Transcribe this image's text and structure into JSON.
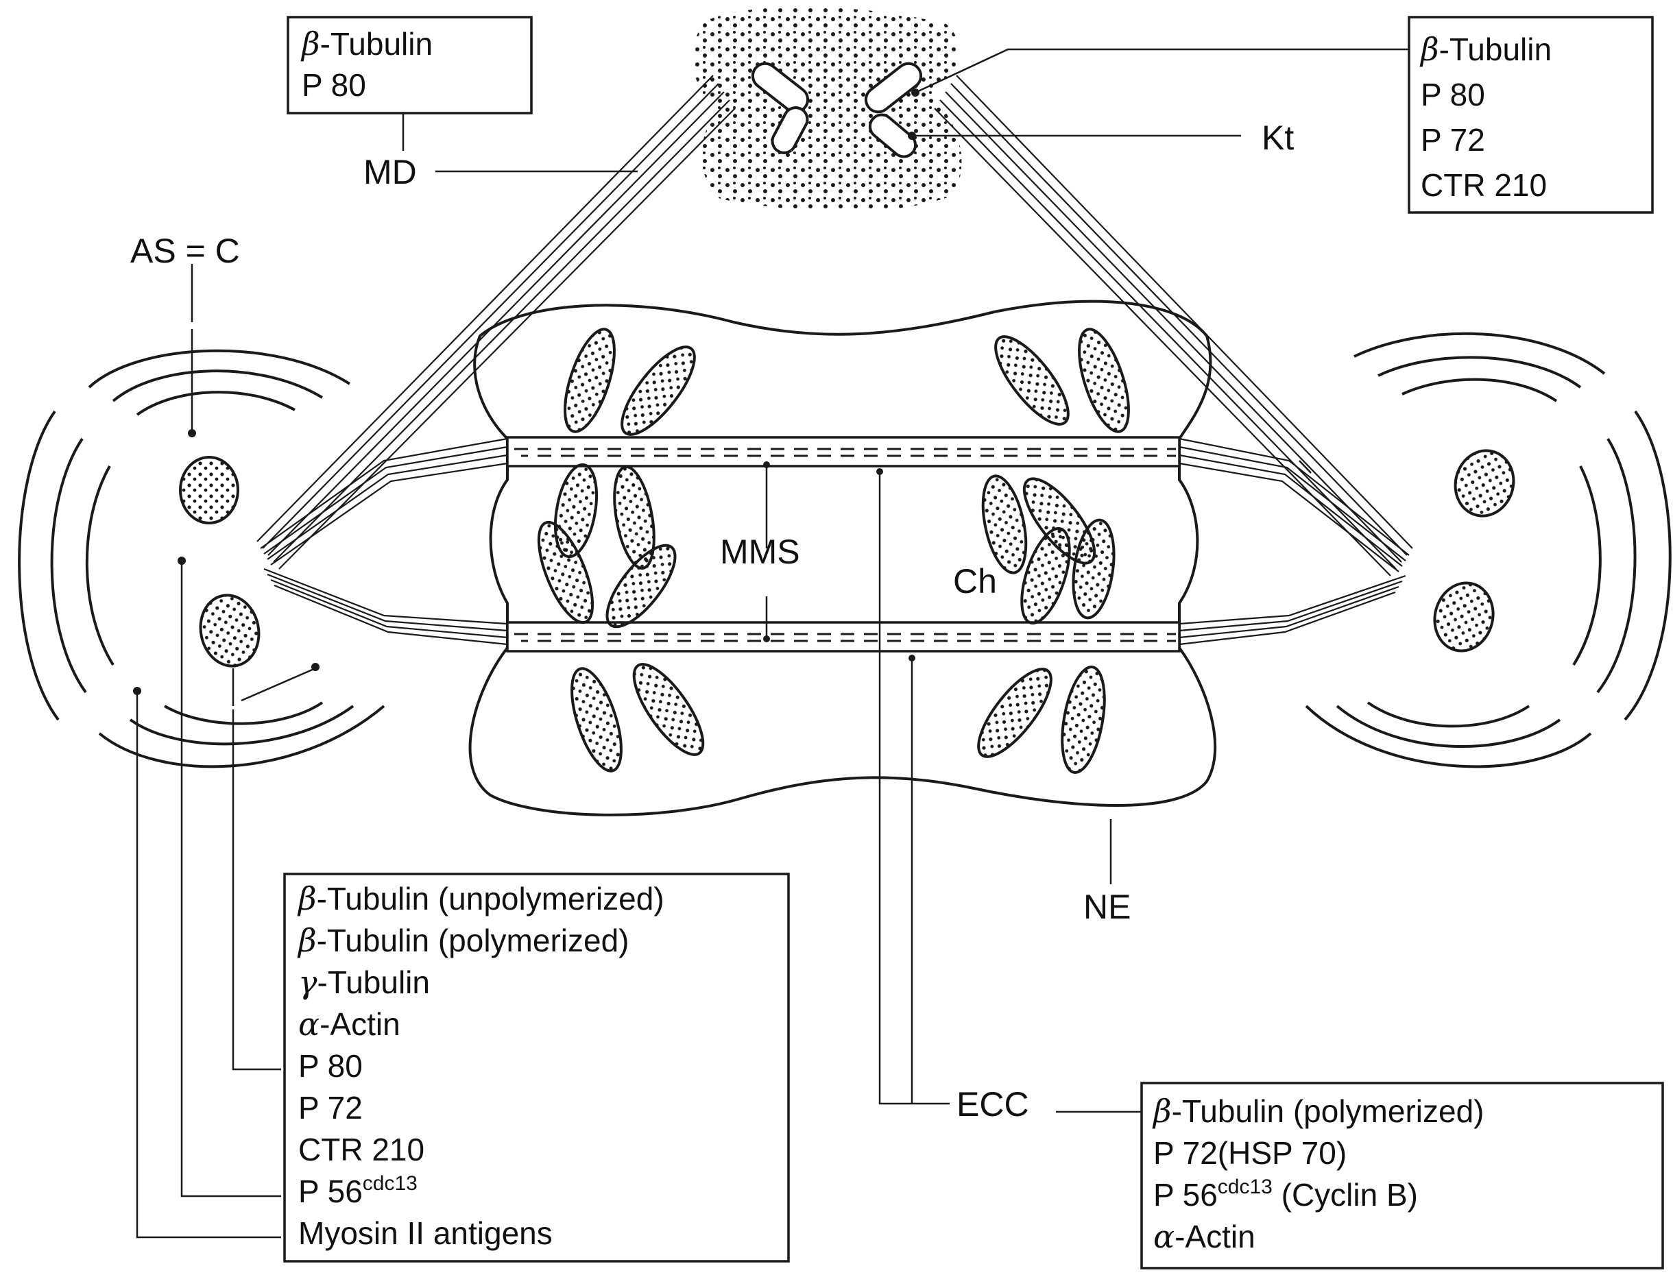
{
  "labels": {
    "md": "MD",
    "kt": "Kt",
    "as_c": "AS = C",
    "mms": "MMS",
    "ch": "Ch",
    "ne": "NE",
    "ecc": "ECC"
  },
  "box_md": [
    {
      "greek": "β",
      "text": "-Tubulin"
    },
    {
      "greek": "",
      "text": "P 80"
    }
  ],
  "box_kt": [
    {
      "greek": "β",
      "text": "-Tubulin"
    },
    {
      "greek": "",
      "text": "P 80"
    },
    {
      "greek": "",
      "text": "P 72"
    },
    {
      "greek": "",
      "text": "CTR 210"
    }
  ],
  "box_as": [
    {
      "greek": "β",
      "text": "-Tubulin (unpolymerized)",
      "sup": ""
    },
    {
      "greek": "β",
      "text": "-Tubulin (polymerized)",
      "sup": ""
    },
    {
      "greek": "γ",
      "text": "-Tubulin",
      "sup": ""
    },
    {
      "greek": "α",
      "text": "-Actin",
      "sup": ""
    },
    {
      "greek": "",
      "text": "P 80",
      "sup": ""
    },
    {
      "greek": "",
      "text": "P 72",
      "sup": ""
    },
    {
      "greek": "",
      "text": "CTR 210",
      "sup": ""
    },
    {
      "greek": "",
      "text": "P 56",
      "sup": "cdc13"
    },
    {
      "greek": "",
      "text": "Myosin II antigens",
      "sup": ""
    }
  ],
  "box_ecc": [
    {
      "greek": "β",
      "text": "-Tubulin (polymerized)",
      "sup": "",
      "tail": ""
    },
    {
      "greek": "",
      "text": "P 72(HSP 70)",
      "sup": "",
      "tail": ""
    },
    {
      "greek": "",
      "text": "P 56",
      "sup": "cdc13",
      "tail": " (Cyclin B)"
    },
    {
      "greek": "α",
      "text": "-Actin",
      "sup": "",
      "tail": ""
    }
  ]
}
